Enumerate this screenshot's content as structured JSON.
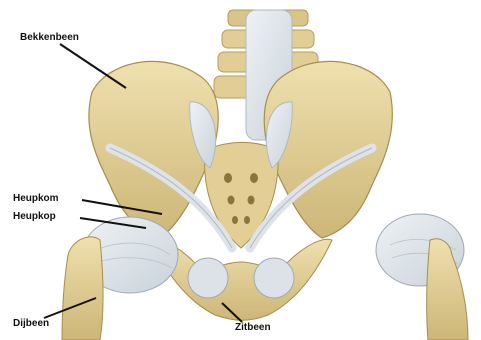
{
  "diagram": {
    "labels": {
      "pelvis_bone": "Bekkenbeen",
      "hip_socket": "Heupkom",
      "femoral_head": "Heupkop",
      "thigh_bone": "Dijbeen",
      "sit_bone": "Zitbeen"
    }
  },
  "colors": {
    "bone": "#E6D39A",
    "bone_shadow": "#C8AF6A",
    "ligament": "#DDE3E8",
    "ligament_line": "#AEB8C2",
    "leader": "#111111",
    "background": "#FFFFFF"
  }
}
